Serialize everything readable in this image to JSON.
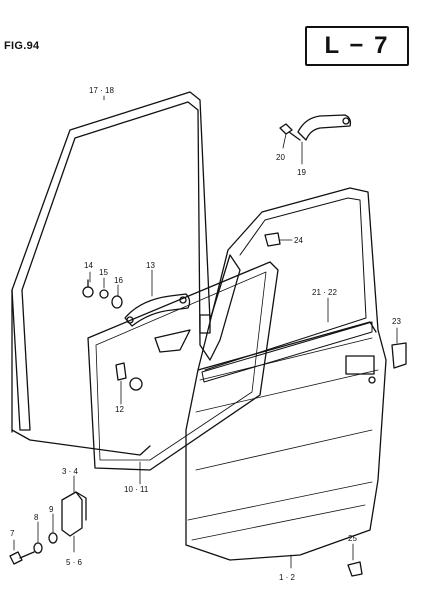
{
  "figure": {
    "title": "FIG.94",
    "page_code": "L − 7"
  },
  "parts": {
    "p17_18": "17 · 18",
    "p14": "14",
    "p15": "15",
    "p16": "16",
    "p13": "13",
    "p20": "20",
    "p19": "19",
    "p24": "24",
    "p21_22": "21 · 22",
    "p23": "23",
    "p12": "12",
    "p10_11": "10 · 11",
    "p3_4": "3 · 4",
    "p7": "7",
    "p8": "8",
    "p9": "9",
    "p5_6": "5 · 6",
    "p1_2": "1 · 2",
    "p25": "25"
  }
}
